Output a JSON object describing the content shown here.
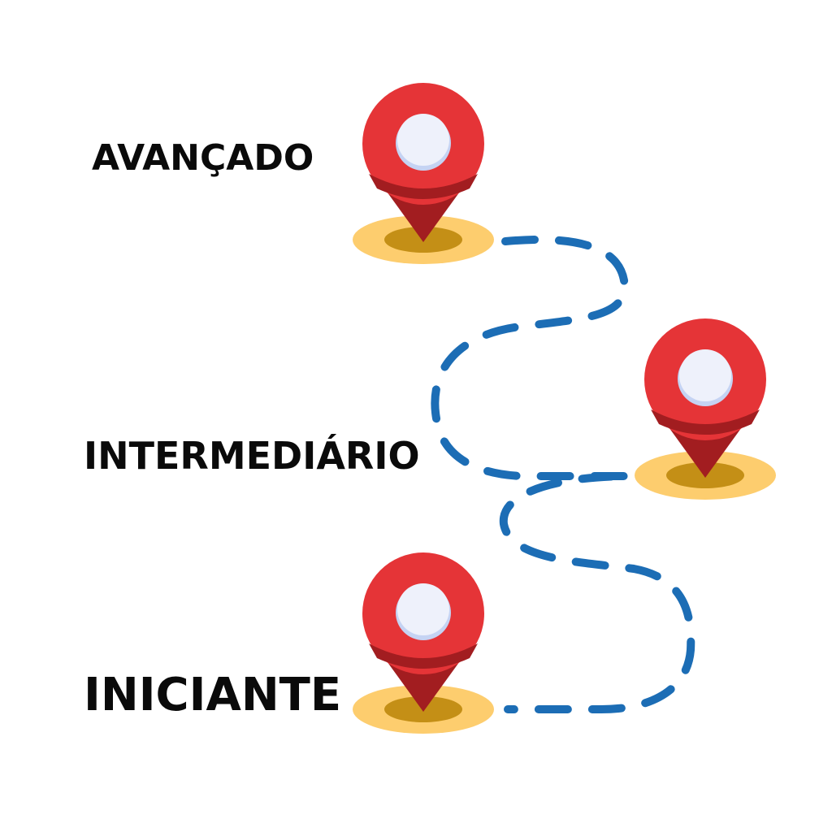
{
  "levels": {
    "advanced": "AVANÇADO",
    "intermediate": "INTERMEDIÁRIO",
    "beginner": "INICIANTE"
  },
  "icons": {
    "pin": "map-pin-icon"
  },
  "colors": {
    "pin_red": "#e53437",
    "pin_dark_red": "#a21d20",
    "pin_center": "#eef1fb",
    "pin_center_shade": "#c5d3f3",
    "base_outer": "#fdcd6e",
    "base_inner": "#c48f16",
    "path_blue": "#1c6db5",
    "text": "#0a0a0a"
  }
}
